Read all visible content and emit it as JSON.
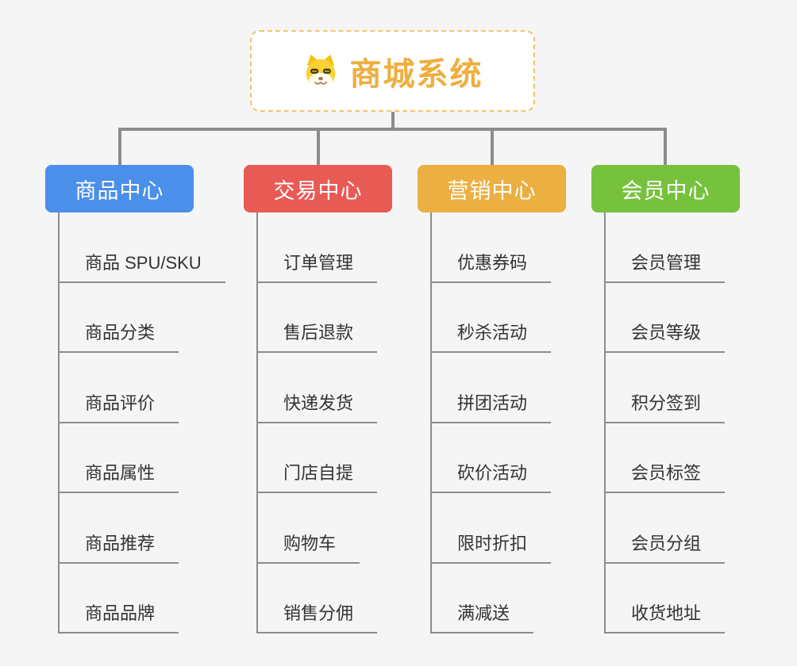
{
  "root": {
    "title": "商城系统",
    "icon": "dog-icon"
  },
  "colors": {
    "background": "#f5f5f5",
    "connector": "#8c8c8c",
    "root_text": "#efae3e",
    "root_border": "#f4c26d",
    "item_text": "#333333",
    "branches": [
      "#4a8fe9",
      "#e85b55",
      "#ecaf41",
      "#77c23d"
    ]
  },
  "branches": [
    {
      "label": "商品中心",
      "color": "#4a8fe9",
      "items": [
        "商品 SPU/SKU",
        "商品分类",
        "商品评价",
        "商品属性",
        "商品推荐",
        "商品品牌"
      ]
    },
    {
      "label": "交易中心",
      "color": "#e85b55",
      "items": [
        "订单管理",
        "售后退款",
        "快递发货",
        "门店自提",
        "购物车",
        "销售分佣"
      ]
    },
    {
      "label": "营销中心",
      "color": "#ecaf41",
      "items": [
        "优惠券码",
        "秒杀活动",
        "拼团活动",
        "砍价活动",
        "限时折扣",
        "满减送"
      ]
    },
    {
      "label": "会员中心",
      "color": "#77c23d",
      "items": [
        "会员管理",
        "会员等级",
        "积分签到",
        "会员标签",
        "会员分组",
        "收货地址"
      ]
    }
  ]
}
